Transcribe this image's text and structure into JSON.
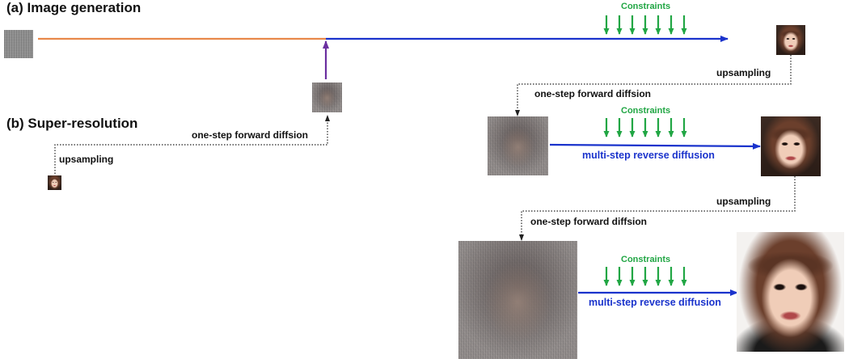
{
  "headings": {
    "image_generation": "(a) Image generation",
    "super_resolution": "(b) Super-resolution"
  },
  "labels": {
    "constraints": "Constraints",
    "upsampling": "upsampling",
    "forward_diffusion": "one-step forward diffsion",
    "reverse_diffusion": "multi-step reverse diffusion"
  },
  "colors": {
    "orange_path": "#e8884a",
    "blue_path": "#1a33cc",
    "purple_arrow": "#6b2fa0",
    "constraint_arrows": "#21a644",
    "dotted_path": "#222222"
  },
  "images": {
    "pure_noise": "noise-image",
    "noisy_face": "noisy-face-image",
    "portrait": "face-portrait-image"
  }
}
